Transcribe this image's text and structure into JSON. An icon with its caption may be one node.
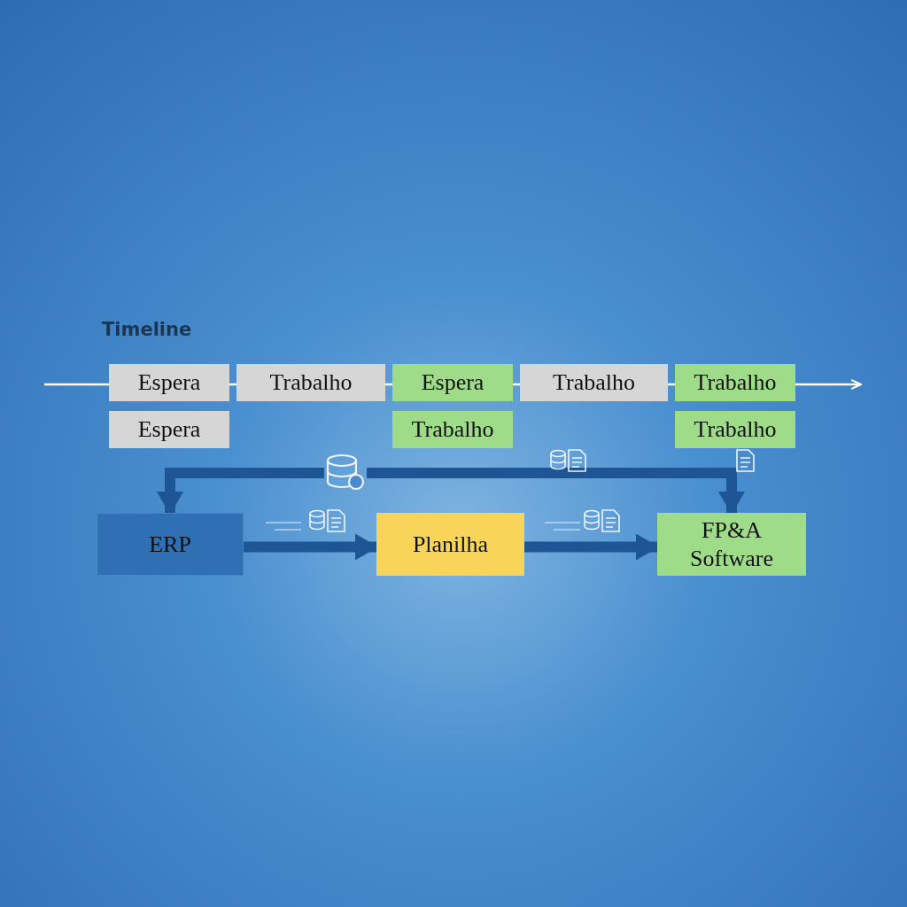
{
  "diagram": {
    "nodes": [
      {
        "text": [
          "Espera"
        ]
      },
      {
        "text": [
          "Trabalho"
        ]
      },
      {
        "text": [
          "Espera"
        ]
      },
      {
        "text": [
          "Trabalho"
        ]
      },
      {
        "text": [
          "Trabalho"
        ]
      },
      {
        "text": [
          "Espera"
        ]
      },
      {
        "text": [
          "Trabalho"
        ]
      },
      {
        "text": [
          "Trabalho"
        ]
      },
      {
        "text": [
          "ERP"
        ]
      },
      {
        "text": [
          "Planilha"
        ]
      },
      {
        "text": [
          "FP&A Software"
        ]
      },
      {
        "text": [],
        "shape": "picture"
      }
    ],
    "edges": [
      {
        "from": 8,
        "to": 9,
        "arrow": "to"
      },
      {
        "from": 9,
        "to": 10,
        "arrow": "to"
      },
      {
        "from": 11,
        "to": 8,
        "arrow": "to"
      },
      {
        "from": 11,
        "to": 10,
        "arrow": "to"
      }
    ],
    "labels": [
      "Timeline"
    ]
  }
}
